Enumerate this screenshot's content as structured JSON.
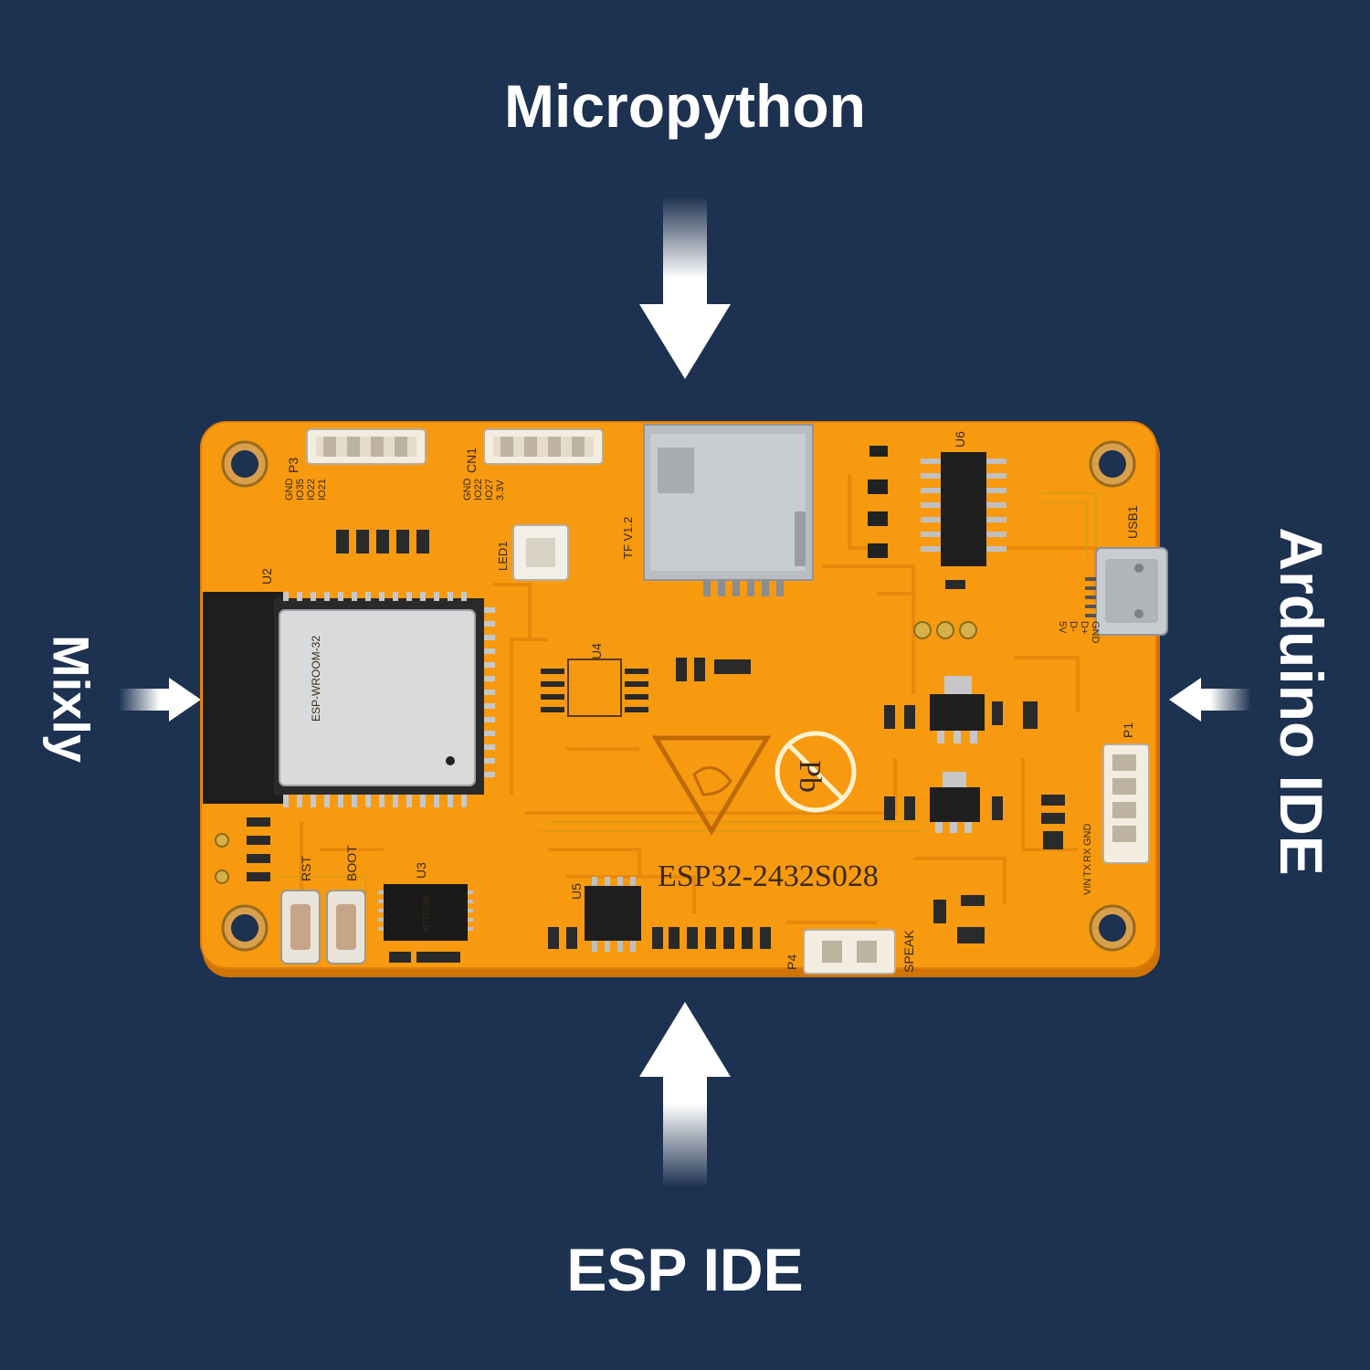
{
  "labels": {
    "top": "Micropython",
    "bottom": "ESP IDE",
    "left": "Mixly",
    "right": "Arduino IDE"
  },
  "board": {
    "model": "ESP32-2432S028",
    "module": "ESP-WROOM-32",
    "chip_u3": "XPT2046",
    "tf_version": "TF V1.2",
    "silkscreen": {
      "p3": "P3",
      "cn1": "CN1",
      "u2": "U2",
      "u3": "U3",
      "u4": "U4",
      "u5": "U5",
      "u6": "U6",
      "usb1": "USB1",
      "p1": "P1",
      "p4": "P4",
      "speak": "SPEAK",
      "rst": "RST",
      "boot": "BOOT",
      "led1": "LED1",
      "p3_pins": [
        "GND",
        "IO35",
        "IO22",
        "IO21"
      ],
      "cn1_pins": [
        "GND",
        "IO22",
        "IO27",
        "3.3V"
      ],
      "p1_pins": [
        "VIN",
        "TX",
        "RX",
        "GND"
      ],
      "usb_pins": [
        "5V",
        "D-",
        "D+",
        "GND"
      ]
    }
  },
  "colors": {
    "background": "#1d3150",
    "board": "#f79a10",
    "text": "#ffffff"
  }
}
